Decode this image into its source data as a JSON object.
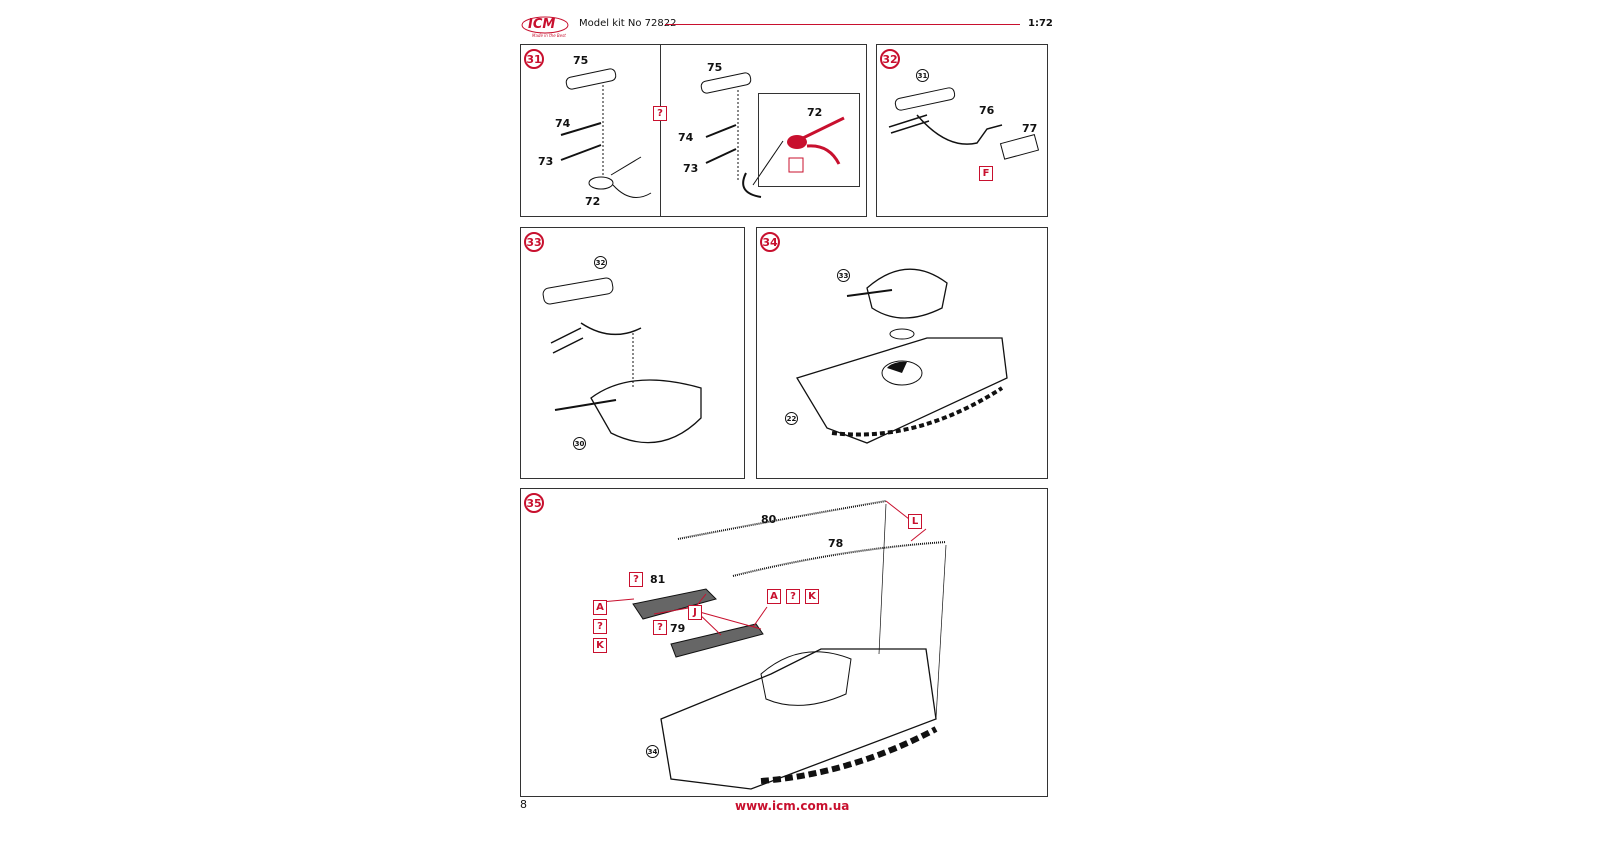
{
  "header": {
    "logo_text": "ICM",
    "logo_slogan": "Made in the Best",
    "kit_title": "Model kit No 72822",
    "scale": "1:72"
  },
  "colors": {
    "accent": "#c8102e",
    "frame": "#333333"
  },
  "steps": {
    "s31": {
      "number": "31",
      "parts": [
        "75",
        "74",
        "73",
        "72"
      ],
      "paint_tag": "?",
      "detail": {
        "parts": [
          "75",
          "74",
          "73",
          "72"
        ],
        "callout_part": "72"
      }
    },
    "s32": {
      "number": "32",
      "ref": "31",
      "parts": [
        "76",
        "77"
      ],
      "paint_tag": "F"
    },
    "s33": {
      "number": "33",
      "refs": [
        "32",
        "30"
      ]
    },
    "s34": {
      "number": "34",
      "refs": [
        "33",
        "22"
      ]
    },
    "s35": {
      "number": "35",
      "parts": [
        "80",
        "78",
        "81",
        "79"
      ],
      "ref": "34",
      "tags": {
        "L": "L",
        "q81": "?",
        "A1": "A",
        "q1": "?",
        "K1": "K",
        "J": "J",
        "q79": "?",
        "A2": "A",
        "q2": "?",
        "K2": "K"
      }
    }
  },
  "footer": {
    "page_number": "8",
    "url": "www.icm.com.ua"
  }
}
